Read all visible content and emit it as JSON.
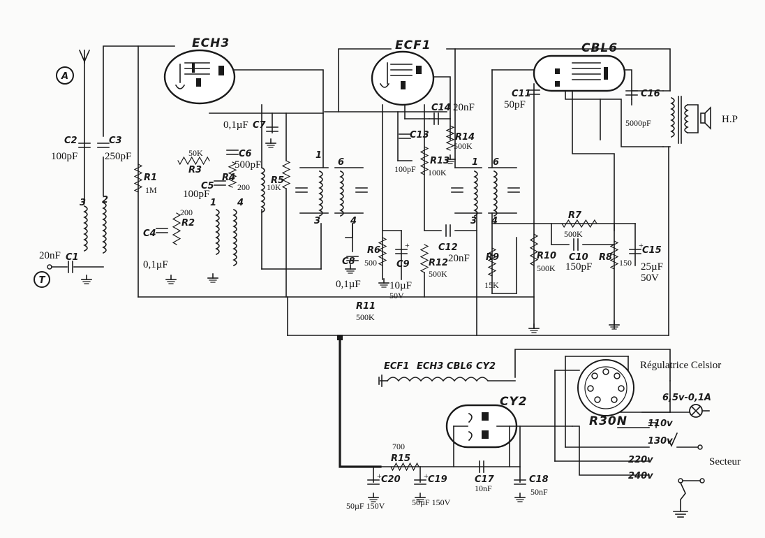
{
  "tubes": {
    "ech3": "ECH3",
    "ecf1": "ECF1",
    "cbl6": "CBL6",
    "cy2": "CY2"
  },
  "terminals": {
    "antenna": "A",
    "earth": "T"
  },
  "components": {
    "c1": {
      "ref": "C1",
      "value": "20nF"
    },
    "c2": {
      "ref": "C2",
      "value": "100pF"
    },
    "c3": {
      "ref": "C3",
      "value": "250pF"
    },
    "r1": {
      "ref": "R1",
      "value": "1M"
    },
    "r2": {
      "ref": "R2",
      "value": "200"
    },
    "r3": {
      "ref": "R3",
      "value": "50K"
    },
    "r4": {
      "ref": "R4",
      "value": "200"
    },
    "c4": {
      "ref": "C4",
      "value": "0,1µF"
    },
    "c5": {
      "ref": "C5",
      "value": "100pF"
    },
    "c6": {
      "ref": "C6",
      "value": "500pF"
    },
    "c7": {
      "ref": "C7",
      "value": "0,1µF"
    },
    "r5": {
      "ref": "R5",
      "value": "10K"
    },
    "c8": {
      "ref": "C8",
      "value": "0,1µF"
    },
    "r6": {
      "ref": "R6",
      "value": "500"
    },
    "c9": {
      "ref": "C9",
      "value": "10µF",
      "value2": "50V"
    },
    "c12": {
      "ref": "C12",
      "value": "20nF"
    },
    "r12": {
      "ref": "R12",
      "value": "500K"
    },
    "c13": {
      "ref": "C13",
      "value": "100pF"
    },
    "r13": {
      "ref": "R13",
      "value": "100K"
    },
    "c14": {
      "ref": "C14",
      "value": "20nF"
    },
    "r14": {
      "ref": "R14",
      "value": "500K"
    },
    "r11": {
      "ref": "R11",
      "value": "500K"
    },
    "c11": {
      "ref": "C11",
      "value": "50pF"
    },
    "r9": {
      "ref": "R9",
      "value": "15K"
    },
    "r10": {
      "ref": "R10",
      "value": "500K"
    },
    "r7": {
      "ref": "R7",
      "value": "500K"
    },
    "c10": {
      "ref": "C10",
      "value": "150pF"
    },
    "r8": {
      "ref": "R8",
      "value": "150"
    },
    "c15": {
      "ref": "C15",
      "value": "25µF",
      "value2": "50V"
    },
    "c16": {
      "ref": "C16",
      "value": "5000pF"
    },
    "r15": {
      "ref": "R15",
      "value": "700"
    },
    "c17": {
      "ref": "C17",
      "value": "10nF"
    },
    "c18": {
      "ref": "C18",
      "value": "50nF"
    },
    "c19": {
      "ref": "C19",
      "value": "50µF 150V"
    },
    "c20": {
      "ref": "C20",
      "value": "50µF 150V"
    }
  },
  "speaker": "H.P",
  "pins": {
    "p1": "1",
    "p2": "2",
    "p3": "3",
    "p4": "4",
    "p6": "6"
  },
  "heater_chain": [
    "ECF1",
    "ECH3",
    "CBL6",
    "CY2"
  ],
  "regulator": {
    "title": "Régulatrice Celsior",
    "ref": "R30N"
  },
  "pilot_lamp": "6,5v-0,1A",
  "mains": {
    "label": "Secteur",
    "taps": [
      "110v",
      "130v",
      "220v",
      "240v"
    ]
  }
}
